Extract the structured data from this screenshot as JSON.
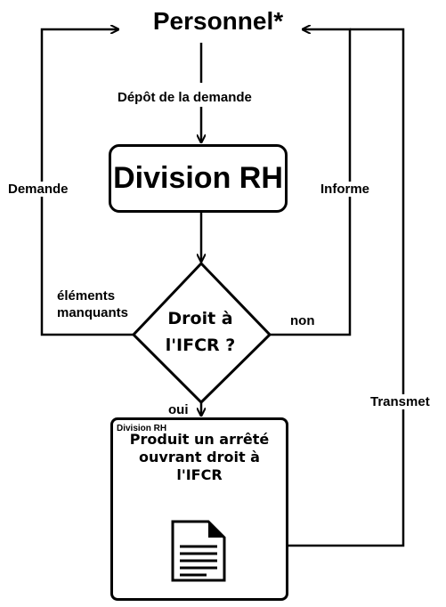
{
  "title": "Personnel*",
  "depot_label": "Dépôt de la demande",
  "division_box": "Division RH",
  "demande_label": "Demande",
  "informe_label": "Informe",
  "elements_label_line1": "éléments",
  "elements_label_line2": "manquants",
  "decision_line1": "Droit à",
  "decision_line2": "l'IFCR ?",
  "non_label": "non",
  "oui_label": "oui",
  "transmet_label": "Transmet",
  "result_box": {
    "header": "Division RH",
    "line1": "Produit un arrêté",
    "line2": "ouvrant droit à",
    "line3": "l'IFCR"
  },
  "icons": {
    "document": "document-icon"
  }
}
